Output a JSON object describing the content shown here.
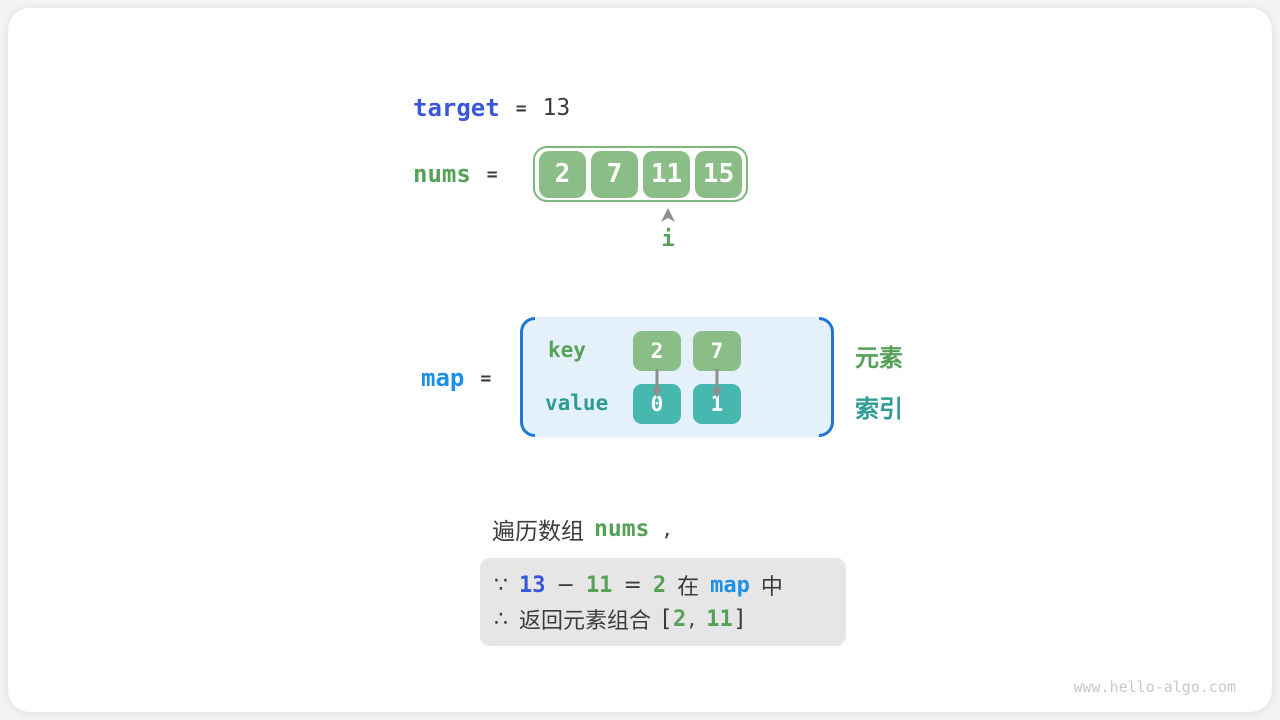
{
  "colors": {
    "page-bg": "#f4f4f5",
    "card-bg": "#ffffff",
    "dark": "#3c3c3c",
    "green-fill": "#8abe86",
    "green-border": "#7db77a",
    "green-text": "#55a158",
    "teal-fill": "#46b8b0",
    "teal-text": "#2f9c94",
    "royal-blue": "#3a57d9",
    "bright-blue": "#1e8fe8",
    "bracket-blue": "#1e78d2",
    "map-bg": "#e4f1fa",
    "arrow-gray": "#8e8e8e",
    "box-bg": "#e6e6e6",
    "watermark": "#c9c9c9"
  },
  "target_line": {
    "label": "target",
    "equals": "=",
    "value": "13"
  },
  "nums_line": {
    "label": "nums",
    "equals": "=",
    "cells": [
      "2",
      "7",
      "11",
      "15"
    ]
  },
  "pointer": {
    "label": "i"
  },
  "map_section": {
    "label": "map",
    "equals": "=",
    "key_label": "key",
    "value_label": "value",
    "entries": [
      {
        "key": "2",
        "value": "0"
      },
      {
        "key": "7",
        "value": "1"
      }
    ],
    "element_label": "元素",
    "index_label": "索引"
  },
  "caption": {
    "prefix": "遍历数组",
    "code": "nums",
    "comma": ","
  },
  "deduction": {
    "line1": {
      "because": "∵",
      "minuend": "13",
      "minus": "−",
      "subtrahend": "11",
      "equals": "=",
      "difference": "2",
      "in_word": "在",
      "map_word": "map",
      "within_word": "中"
    },
    "line2": {
      "therefore": "∴",
      "text": "返回元素组合",
      "open_bracket": "[",
      "first": "2",
      "comma": ",",
      "second": "11",
      "close_bracket": "]"
    }
  },
  "watermark": "www.hello-algo.com"
}
